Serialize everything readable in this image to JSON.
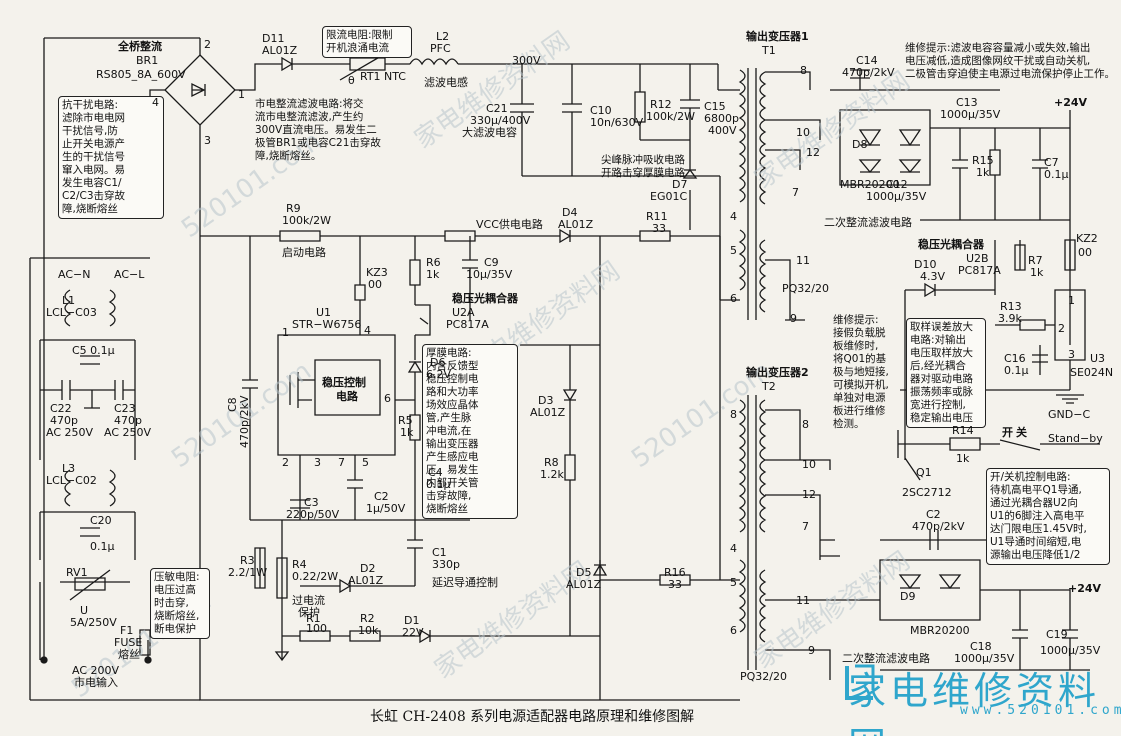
{
  "caption": "长虹 CH-2408 系列电源适配器电路原理和维修图解",
  "brand": {
    "name": "家电维修资料网",
    "url": "www.520101.com"
  },
  "watermarks": [
    "家电维修资料网",
    "520101.com"
  ],
  "input": {
    "ac_in": "AC 200V",
    "ac_in2": "市电输入",
    "fuse_ref": "F1",
    "fuse_name": "FUSE",
    "fuse_cn": "熔丝",
    "rv1": "RV1",
    "rv1_val": "5A/250V",
    "u": "U"
  },
  "emi": {
    "acn": "AC−N",
    "acl": "AC−L",
    "l1": "L1",
    "l1_val": "LCL−C03",
    "c5": "C5 0.1μ",
    "c22": "C22",
    "c22_val1": "470p",
    "c22_val2": "AC 250V",
    "c23": "C23",
    "c23_val1": "470p",
    "c23_val2": "AC 250V",
    "l3": "L3",
    "l3_val": "LCL−C02",
    "c20": "C20",
    "c20_val": "0.1μ"
  },
  "bridge": {
    "title": "全桥整流",
    "ref": "BR1",
    "part": "RS805_8A_600V",
    "p1": "1",
    "p2": "2",
    "p3": "3",
    "p4": "4"
  },
  "pfc": {
    "d11": "D11",
    "d11_val": "AL01Z",
    "theta": "θ",
    "rt1": "RT1",
    "ntc": "NTC",
    "l2": "L2",
    "l2_name": "PFC",
    "v300": "300V",
    "choke": "滤波电感",
    "c21": "C21",
    "c21_val": "330μ/400V",
    "c21_name": "大滤波电容",
    "c10": "C10",
    "c10_val": "10n/630V",
    "r12": "R12",
    "r12_val": "100k/2W",
    "c15": "C15",
    "c15_val1": "6800p",
    "c15_val2": "400V",
    "d7": "D7",
    "d7_val": "EG01C"
  },
  "notes": {
    "emi": "抗干扰电路:\n滤除市电电网\n干扰信号,防\n止开关电源产\n生的干扰信号\n窜入电网。易\n发生电容C1/\nC2/C3击穿故\n障,烧断熔丝",
    "ntc": "限流电阻:限制\n开机浪涌电流",
    "filter": "市电整流滤波电路:将交\n流市电整流滤波,产生约\n300V直流电压。易发生二\n极管BR1或电容C21击穿故\n障,烧断熔丝。",
    "varistor": "压敏电阻:\n电压过高\n时击穿,\n烧断熔丝,\n断电保护",
    "snubber": "尖峰脉冲吸收电路\n开路击穿厚膜电路",
    "thick": "厚膜电路:\n内含反馈型\n稳压控制电\n路和大功率\n场效应晶体\n管,产生脉\n冲电流,在\n输出变压器\n产生感应电\n压。易发生\n内部开关管\n击穿故障,\n烧断熔丝",
    "repair1": "维修提示:滤波电容容量减小或失效,输出\n电压减低,造成图像网纹干扰或自动关机,\n二极管击穿迫使主电源过电流保护停止工作。",
    "repair2": "维修提示:\n接假负载脱\n板维修时,\n将Q01的基\n极与地短接,\n可模拟开机,\n单独对电源\n板进行维修\n检测。",
    "sample": "取样误差放大\n电路:对输出\n电压取样放大\n后,经光耦合\n器对驱动电路\n振荡频率或脉\n宽进行控制,\n稳定输出电压",
    "onoff": "开/关机控制电路:\n待机高电平Q1导通,\n通过光耦合器U2向\nU1的6脚注入高电平\n达门限电压1.45V时,\nU1导通时间缩短,电\n源输出电压降低1/2"
  },
  "primary": {
    "r9": "R9",
    "r9_val": "100k/2W",
    "start": "启动电路",
    "vcc": "VCC供电电路",
    "d4": "D4",
    "d4_val": "AL01Z",
    "r11": "R11",
    "r11_val": "33",
    "kz3": "KZ3",
    "kz3_val": "00",
    "u1": "U1",
    "u1_val": "STR−W6756",
    "ctrl1": "稳压控制",
    "ctrl2": "电路",
    "pin4": "4",
    "pin6": "6",
    "pin1": "1",
    "pin2": "2",
    "pin3": "3",
    "pin7": "7",
    "pin5": "5",
    "r6": "R6",
    "r6_val": "1k",
    "c9": "C9",
    "c9_val": "10μ/35V",
    "opto_a": "稳压光耦合器",
    "u2a": "U2A",
    "u2a_val": "PC817A",
    "d6": "D6",
    "d6_val": "6.2V",
    "r5": "R5",
    "r5_val": "1k",
    "c4": "C4",
    "c4_val": "0.1μ",
    "c8": "C8",
    "c8_val": "470p/2kV",
    "c3": "C3",
    "c3_val": "220p/50V",
    "c2": "C2",
    "c2_val": "1μ/50V",
    "r3": "R3",
    "r3_val": "2.2/1W",
    "r4": "R4",
    "r4_val": "0.22/2W",
    "ocp1": "过电流",
    "ocp2": "保护",
    "d2": "D2",
    "d2_val": "AL01Z",
    "c1": "C1",
    "c1_val": "330p",
    "delay": "延迟导通控制",
    "r1": "R1",
    "r1_val": "100",
    "r2": "R2",
    "r2_val": "10k",
    "d1": "D1",
    "d1_val": "22V",
    "d3": "D3",
    "d3_val": "AL01Z",
    "r8": "R8",
    "r8_val": "1.2k",
    "d5": "D5",
    "d5_val": "AL01Z",
    "r16": "R16",
    "r16_val": "33"
  },
  "t1": {
    "title": "输出变压器1",
    "ref": "T1",
    "core": "PQ32/20",
    "p8": "8",
    "p10": "10",
    "p12": "12",
    "p7": "7",
    "p4": "4",
    "p5": "5",
    "p6": "6",
    "p11": "11",
    "p9": "9"
  },
  "t2": {
    "title": "输出变压器2",
    "ref": "T2",
    "core": "PQ32/20",
    "p8": "8",
    "p10": "10",
    "p12": "12",
    "p7": "7",
    "p4": "4",
    "p5": "5",
    "p6": "6",
    "p11": "11",
    "p9": "9"
  },
  "sec1": {
    "c14": "C14",
    "c14_val": "470p/2kV",
    "d8": "D8",
    "d8_val": "MBR20200",
    "c13": "C13",
    "c13_val": "1000μ/35V",
    "v24": "+24V",
    "r15": "R15",
    "r15_val": "1k",
    "c7": "C7",
    "c7_val": "0.1μ",
    "c12": "C12",
    "c12_val": "1000μ/35V",
    "filter": "二次整流滤波电路",
    "opto_b": "稳压光耦合器",
    "d10": "D10",
    "d10_val": "4.3V",
    "u2b": "U2B",
    "u2b_val": "PC817A",
    "r7": "R7",
    "r7_val": "1k",
    "kz2": "KZ2",
    "kz2_val": "00",
    "r13": "R13",
    "r13_val": "3.9k",
    "c16": "C16",
    "c16_val": "0.1μ",
    "u3": "U3",
    "u3_val": "SE024N",
    "u3_p1": "1",
    "u3_p2": "2",
    "u3_p3": "3",
    "gnd": "GND−C"
  },
  "ctrl": {
    "r14": "R14",
    "r14_val": "1k",
    "switch": "开",
    "switch2": "关",
    "standby": "Stand−by",
    "q1": "Q1",
    "q1_val": "2SC2712"
  },
  "sec2": {
    "c2": "C2",
    "c2_val": "470p/2kV",
    "d9": "D9",
    "d9_val": "MBR20200",
    "v24": "+24V",
    "c18": "C18",
    "c18_val": "1000μ/35V",
    "c19": "C19",
    "c19_val": "1000μ/35V",
    "filter": "二次整流滤波电路"
  }
}
